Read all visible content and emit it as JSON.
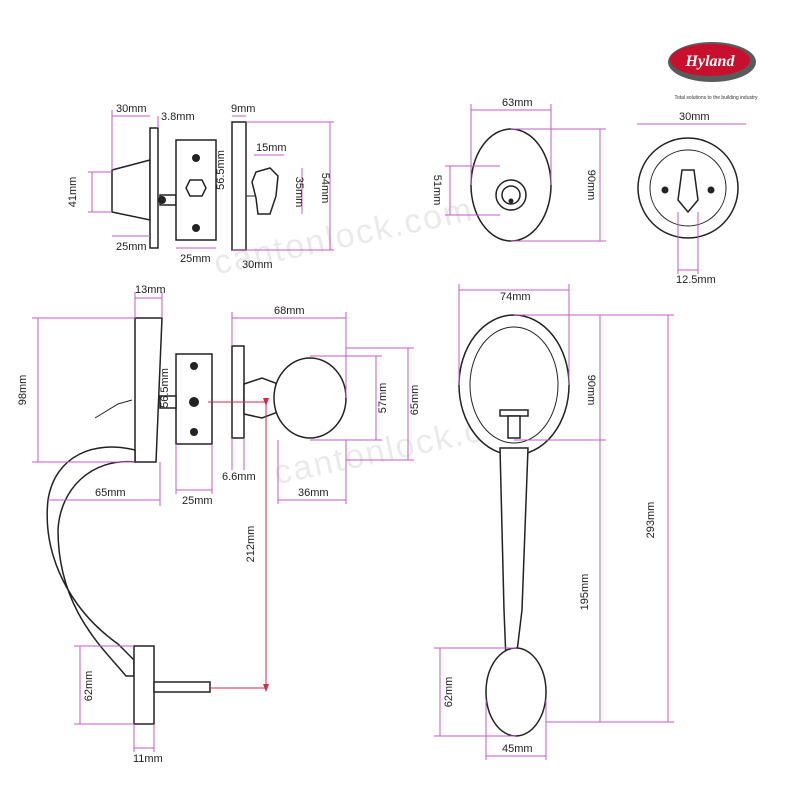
{
  "brand": {
    "logo_text": "Hyland",
    "tagline": "Total solutions to the building industry",
    "watermark": "cantonlock.com",
    "colors": {
      "logo_red": "#c8102e",
      "dimension_line": "#c45cc4",
      "reference_line": "#d8284a",
      "outline": "#222222"
    }
  },
  "deadbolt_side": {
    "width_a": "30mm",
    "width_b": "3.8mm",
    "plate_thickness": "9mm",
    "height_cylinder": "41mm",
    "latch_center": "56.5mm",
    "turn_width": "15mm",
    "turn_height": "35mm",
    "plate_height": "54mm",
    "depth_left": "25mm",
    "latch_width": "25mm",
    "plate_width": "30mm"
  },
  "deadbolt_front": {
    "width": "63mm",
    "height": "90mm",
    "cylinder": "51mm"
  },
  "deadbolt_back": {
    "width": "30mm",
    "base": "12.5mm"
  },
  "handleset_side": {
    "handle_depth": "13mm",
    "knob_projection": "68mm",
    "height": "98mm",
    "latch_center": "56.5mm",
    "knob_diameter_a": "57mm",
    "knob_diameter_b": "65mm",
    "projection": "65mm",
    "latch_width": "25mm",
    "offset": "6.6mm",
    "knob_depth": "36mm",
    "center_distance": "212mm",
    "bottom_height": "62mm",
    "bottom_width": "11mm"
  },
  "handleset_front": {
    "width": "74mm",
    "top_height": "90mm",
    "total_height": "293mm",
    "grip_height": "195mm",
    "bottom_height": "62mm",
    "bottom_width": "45mm"
  }
}
